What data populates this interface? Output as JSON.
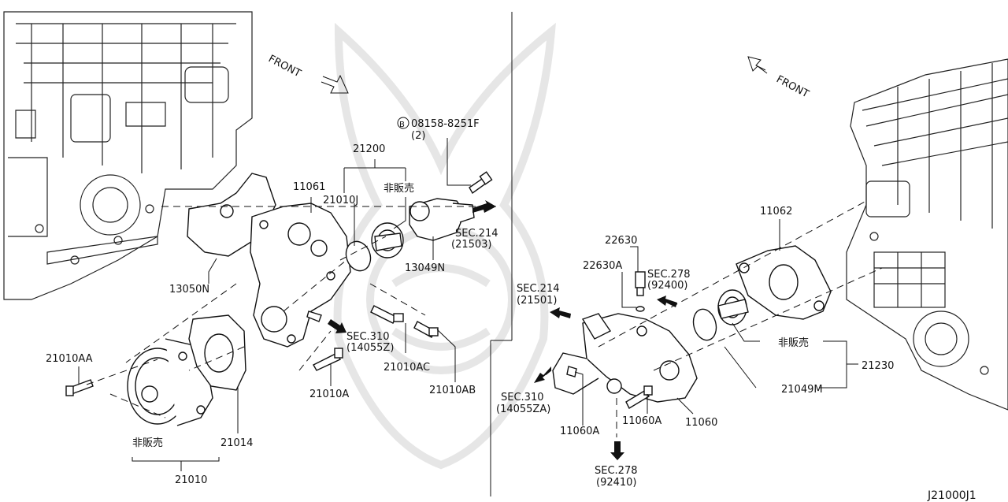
{
  "diagram": {
    "code": "J21000J1",
    "front_left": "FRONT",
    "front_right": "FRONT",
    "labels": {
      "bolt_flange": "08158-8251F",
      "bolt_flange_marker": "B",
      "bolt_flange_qty": "(2)",
      "thermo_assy_left": "21200",
      "oring_left": "21010J",
      "not_sold_left_top": "非販売",
      "water_outlet_left": "13049N",
      "sec214_left": "SEC.214",
      "sec214_left_ref": "(21503)",
      "housing_left": "11061",
      "gasket_left": "13050N",
      "sec310_left": "SEC.310",
      "sec310_left_ref": "(14055Z)",
      "bolt_ac": "21010AC",
      "bolt_ab": "21010AB",
      "bolt_a_left": "21010A",
      "bolt_aa": "21010AA",
      "pump_gasket": "21014",
      "not_sold_bottom": "非販売",
      "water_pump": "21010",
      "sec214_right": "SEC.214",
      "sec214_right_ref": "(21501)",
      "sensor": "22630",
      "sensor_washer": "22630A",
      "sec278_top": "SEC.278",
      "sec278_top_ref": "(92400)",
      "gasket_right": "11062",
      "not_sold_right": "非販売",
      "thermo_assy_right": "21230",
      "oring_right": "21049M",
      "housing_right": "11060",
      "bolt_60a_mid": "11060A",
      "bolt_60a_left": "11060A",
      "sec310_right": "SEC.310",
      "sec310_right_ref": "(14055ZA)",
      "sec278_bottom": "SEC.278",
      "sec278_bottom_ref": "(92410)"
    }
  }
}
